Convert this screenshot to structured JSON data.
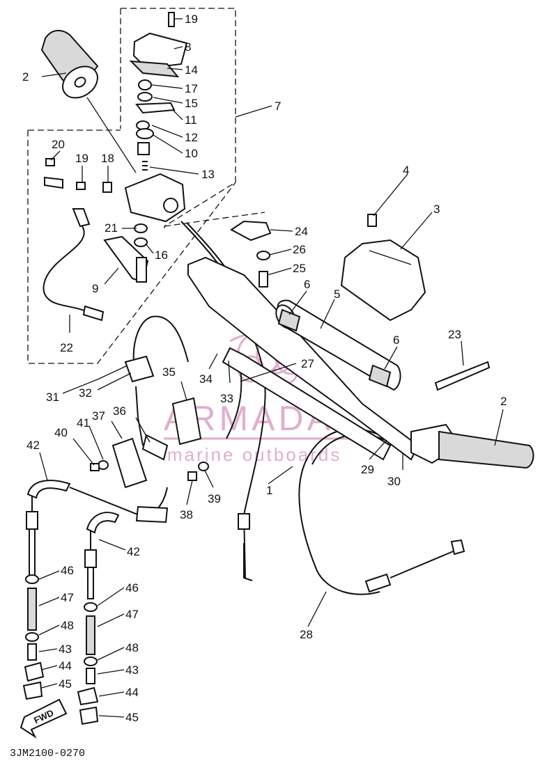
{
  "diagram_code": "3JM2100-0270",
  "fwd_marker": "FWD",
  "watermark": {
    "brand": "ARMADA",
    "tagline": "marine outboards",
    "color": "#dba2c5"
  },
  "callouts": [
    {
      "id": "c19a",
      "text": "19"
    },
    {
      "id": "c8",
      "text": "8"
    },
    {
      "id": "c2a",
      "text": "2"
    },
    {
      "id": "c14",
      "text": "14"
    },
    {
      "id": "c17",
      "text": "17"
    },
    {
      "id": "c15",
      "text": "15"
    },
    {
      "id": "c7",
      "text": "7"
    },
    {
      "id": "c11",
      "text": "11"
    },
    {
      "id": "c12",
      "text": "12"
    },
    {
      "id": "c10",
      "text": "10"
    },
    {
      "id": "c20",
      "text": "20"
    },
    {
      "id": "c19b",
      "text": "19"
    },
    {
      "id": "c18",
      "text": "18"
    },
    {
      "id": "c13",
      "text": "13"
    },
    {
      "id": "c4",
      "text": "4"
    },
    {
      "id": "c3",
      "text": "3"
    },
    {
      "id": "c21",
      "text": "21"
    },
    {
      "id": "c24",
      "text": "24"
    },
    {
      "id": "c16",
      "text": "16"
    },
    {
      "id": "c26",
      "text": "26"
    },
    {
      "id": "c25",
      "text": "25"
    },
    {
      "id": "c9",
      "text": "9"
    },
    {
      "id": "c6a",
      "text": "6"
    },
    {
      "id": "c5",
      "text": "5"
    },
    {
      "id": "c22",
      "text": "22"
    },
    {
      "id": "c6b",
      "text": "6"
    },
    {
      "id": "c23",
      "text": "23"
    },
    {
      "id": "c27",
      "text": "27"
    },
    {
      "id": "c35",
      "text": "35"
    },
    {
      "id": "c34",
      "text": "34"
    },
    {
      "id": "c33",
      "text": "33"
    },
    {
      "id": "c31",
      "text": "31"
    },
    {
      "id": "c32",
      "text": "32"
    },
    {
      "id": "c2b",
      "text": "2"
    },
    {
      "id": "c36",
      "text": "36"
    },
    {
      "id": "c37",
      "text": "37"
    },
    {
      "id": "c41",
      "text": "41"
    },
    {
      "id": "c40",
      "text": "40"
    },
    {
      "id": "c42a",
      "text": "42"
    },
    {
      "id": "c29",
      "text": "29"
    },
    {
      "id": "c30",
      "text": "30"
    },
    {
      "id": "c1",
      "text": "1"
    },
    {
      "id": "c39",
      "text": "39"
    },
    {
      "id": "c38",
      "text": "38"
    },
    {
      "id": "c42b",
      "text": "42"
    },
    {
      "id": "c46a",
      "text": "46"
    },
    {
      "id": "c46b",
      "text": "46"
    },
    {
      "id": "c47a",
      "text": "47"
    },
    {
      "id": "c47b",
      "text": "47"
    },
    {
      "id": "c48a",
      "text": "48"
    },
    {
      "id": "c28",
      "text": "28"
    },
    {
      "id": "c48b",
      "text": "48"
    },
    {
      "id": "c43a",
      "text": "43"
    },
    {
      "id": "c43b",
      "text": "43"
    },
    {
      "id": "c44a",
      "text": "44"
    },
    {
      "id": "c45a",
      "text": "45"
    },
    {
      "id": "c44b",
      "text": "44"
    },
    {
      "id": "c45b",
      "text": "45"
    }
  ]
}
